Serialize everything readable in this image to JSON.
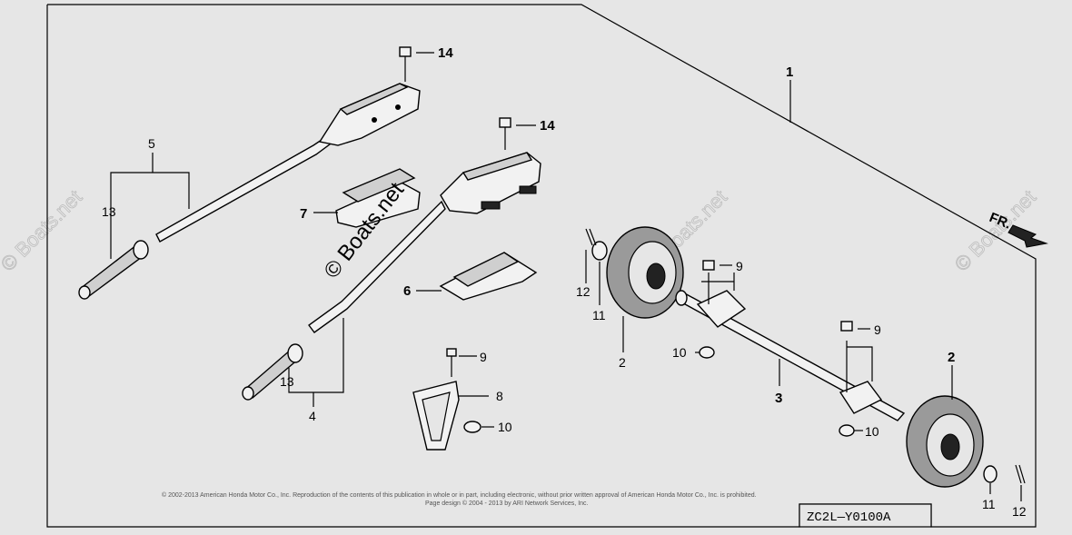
{
  "callouts": {
    "c1": "1",
    "c2a": "2",
    "c2b": "2",
    "c3": "3",
    "c4": "4",
    "c5": "5",
    "c6": "6",
    "c7": "7",
    "c8": "8",
    "c9a": "9",
    "c9b": "9",
    "c9c": "9",
    "c10a": "10",
    "c10b": "10",
    "c10c": "10",
    "c11a": "11",
    "c11b": "11",
    "c12a": "12",
    "c12b": "12",
    "c13a": "13",
    "c13b": "13",
    "c14a": "14",
    "c14b": "14"
  },
  "direction_label": "FR.",
  "watermark": "© Boats.net",
  "diagram_code": "ZC2L—Y0100A",
  "copyright_line1": "© 2002-2013 American Honda Motor Co., Inc. Reproduction of the contents of this publication in whole or in part, including electronic, without prior written approval of American Honda Motor Co., Inc. is prohibited.",
  "copyright_line2": "Page design © 2004 - 2013 by ARI Network Services, Inc."
}
